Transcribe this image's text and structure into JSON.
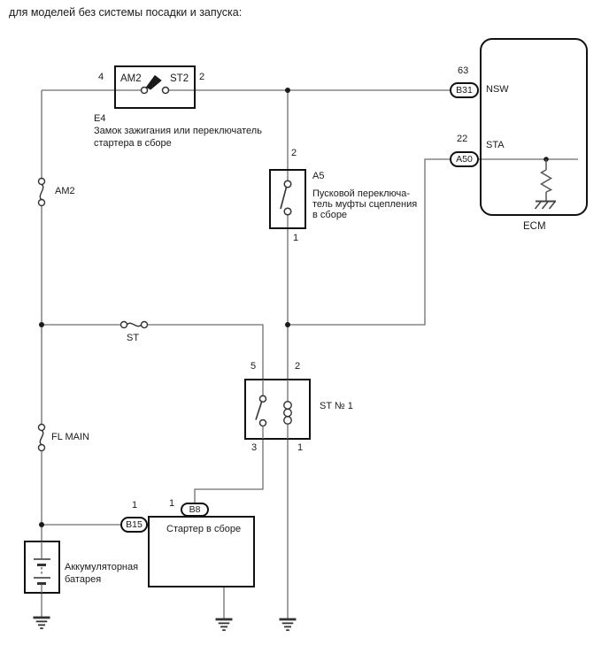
{
  "title": "для моделей без системы посадки и запуска:",
  "ignition": {
    "code": "E4",
    "pin_left": "4",
    "pin_right": "2",
    "terminal_left": "AM2",
    "terminal_right": "ST2",
    "desc_line1": "Замок зажигания или переключатель",
    "desc_line2": "стартера в сборе"
  },
  "clutch": {
    "code": "A5",
    "pin_top": "2",
    "pin_bottom": "1",
    "desc_line1": "Пусковой переключа-",
    "desc_line2": "тель муфты сцепления",
    "desc_line3": "в сборе"
  },
  "relay": {
    "label": "ST № 1",
    "pin_top_left": "5",
    "pin_top_right": "2",
    "pin_bottom_left": "3",
    "pin_bottom_right": "1"
  },
  "ecm": {
    "label": "ECM",
    "nsw_pin": "63",
    "nsw_connector": "B31",
    "nsw_signal": "NSW",
    "sta_pin": "22",
    "sta_connector": "A50",
    "sta_signal": "STA"
  },
  "fuses": {
    "am2": "AM2",
    "st": "ST",
    "fl_main": "FL MAIN"
  },
  "starter": {
    "label": "Стартер в сборе",
    "left_connector": "B15",
    "left_pin": "1",
    "top_connector": "B8",
    "top_pin": "1"
  },
  "battery": {
    "desc_line1": "Аккумуляторная",
    "desc_line2": "батарея"
  },
  "colors": {
    "wire": "#6e6e6e",
    "outline": "#111111",
    "text": "#1a1a1a",
    "background": "#ffffff"
  }
}
